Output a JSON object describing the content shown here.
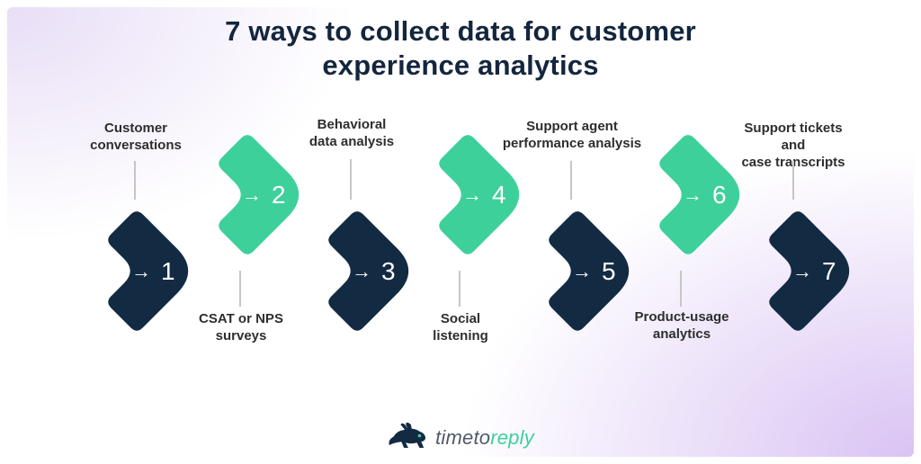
{
  "title": "7 ways to collect data for customer\nexperience analytics",
  "arrow_glyph": "→",
  "steps": [
    {
      "number": "1",
      "label": "Customer\nconversations",
      "color": "navy",
      "label_position": "above"
    },
    {
      "number": "2",
      "label": "CSAT or NPS\nsurveys",
      "color": "green",
      "label_position": "below"
    },
    {
      "number": "3",
      "label": "Behavioral\ndata analysis",
      "color": "navy",
      "label_position": "above"
    },
    {
      "number": "4",
      "label": "Social\nlistening",
      "color": "green",
      "label_position": "below"
    },
    {
      "number": "5",
      "label": "Support agent\nperformance analysis",
      "color": "navy",
      "label_position": "above"
    },
    {
      "number": "6",
      "label": "Product-usage\nanalytics",
      "color": "green",
      "label_position": "below"
    },
    {
      "number": "7",
      "label": "Support tickets and\ncase transcripts",
      "color": "navy",
      "label_position": "above"
    }
  ],
  "brand": {
    "name_prefix": "timeto",
    "name_suffix": "reply",
    "icon": "rabbit-icon"
  },
  "colors": {
    "navy": "#132A43",
    "green": "#3ED09B",
    "title_text": "#14263E",
    "label_text": "#2E2E2E",
    "connector_line": "#C6C6C6",
    "background": "#FFFFFF",
    "corner_tint": "#DCCAF2",
    "logo_gray": "#4E5A66"
  }
}
